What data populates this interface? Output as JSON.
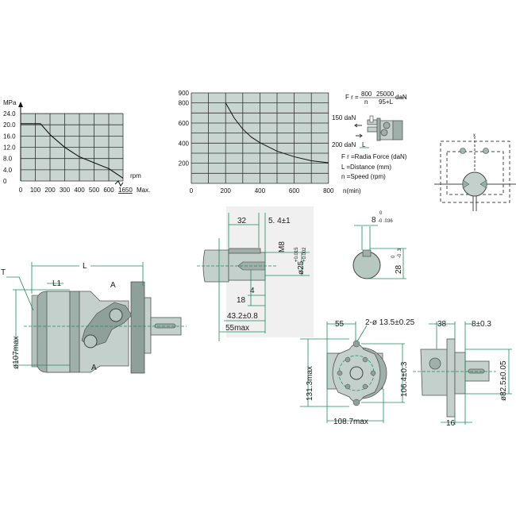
{
  "colors": {
    "dimension_line": "#1d8a5c",
    "chart_fill": "#c8d5d1",
    "part_fill": "#c3d0cb"
  },
  "pressure_chart": {
    "ylabel": "MPa",
    "xlabel": "rpm",
    "y_ticks": [
      "24.0",
      "20.0",
      "16.0",
      "12.0",
      "8.0",
      "4.0",
      "0"
    ],
    "x_ticks": [
      "0",
      "100",
      "200",
      "300",
      "400",
      "500",
      "600"
    ],
    "x_max_label": "1650",
    "x_max_suffix": "Max.",
    "curve": [
      [
        0,
        20.4
      ],
      [
        135,
        20.4
      ],
      [
        200,
        16.5
      ],
      [
        300,
        12
      ],
      [
        400,
        8.6
      ],
      [
        500,
        6.5
      ],
      [
        600,
        4.4
      ],
      [
        680,
        1
      ]
    ]
  },
  "force_chart": {
    "y_ticks": [
      "900",
      "800",
      "600",
      "400",
      "200"
    ],
    "x_ticks": [
      "0",
      "200",
      "400",
      "600",
      "800"
    ],
    "xlabel": "n(min)",
    "curve": [
      [
        200,
        800
      ],
      [
        250,
        650
      ],
      [
        300,
        540
      ],
      [
        350,
        460
      ],
      [
        400,
        405
      ],
      [
        500,
        320
      ],
      [
        600,
        265
      ],
      [
        700,
        225
      ],
      [
        800,
        205
      ]
    ]
  },
  "formula": {
    "lhs": "F r =",
    "num1": "800",
    "den1": "n",
    "num2": "25000",
    "den2": "95+L",
    "unit": "daN",
    "force_top": "150 daN",
    "force_bottom": "200 daN",
    "distance": "L",
    "legend": [
      "F r =Radia Force (daN)",
      "L  =Distance (mm)",
      "n  =Speed (rpm)"
    ]
  },
  "schematic": {
    "port_label": "x"
  },
  "side_view": {
    "T": "T",
    "L": "L",
    "L1": "L1",
    "port_a_top": "A",
    "port_a_bottom": "A",
    "diameter": "ø107max"
  },
  "shaft_detail": {
    "d32": "32",
    "d54": "5. 4±1",
    "thread": "M8",
    "dia": "ø25",
    "tol_up": "+0.015",
    "tol_down": "+0.002",
    "d4": "4",
    "d18": "18",
    "d432": "43.2±0.8",
    "d55": "55max"
  },
  "key_section": {
    "width": "8",
    "width_tol_up": "0",
    "width_tol_down": "-0 .036",
    "height": "28",
    "height_tol_up": "0",
    "height_tol_down": "-0 .3"
  },
  "front_view": {
    "d55": "55",
    "holes": "2-ø 13.5±0.25",
    "height": "131.3max",
    "pcd": "106.4±0.3",
    "width": "108.7max"
  },
  "end_view": {
    "d38": "38",
    "d8": "8±0.3",
    "pilot": "ø82.5±0.05",
    "d16": "16"
  }
}
